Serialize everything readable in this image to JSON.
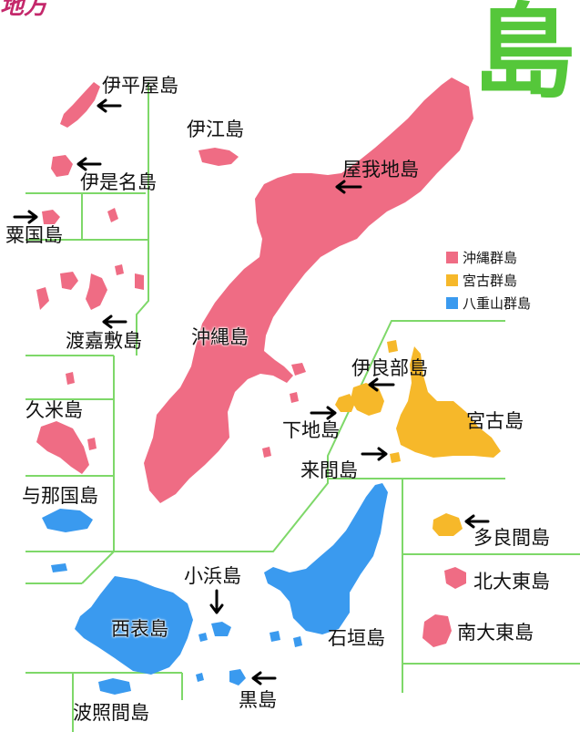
{
  "title": "島",
  "corner_fragment": "地方",
  "colors": {
    "okinawa": "#ef6c84",
    "miyako": "#f6b82a",
    "yaeyama": "#3a9aef",
    "divider": "#7ed869",
    "title": "#55c73a"
  },
  "legend": [
    {
      "label": "沖縄群島",
      "group": "okinawa"
    },
    {
      "label": "宮古群島",
      "group": "miyako"
    },
    {
      "label": "八重山群島",
      "group": "yaeyama"
    }
  ],
  "labels": {
    "iheya": "伊平屋島",
    "ie": "伊江島",
    "yagaji": "屋我地島",
    "izena": "伊是名島",
    "aguni": "粟国島",
    "tokashiki": "渡嘉敷島",
    "okinawa": "沖縄島",
    "kume": "久米島",
    "yonaguni": "与那国島",
    "irabu": "伊良部島",
    "shimoji": "下地島",
    "miyako": "宮古島",
    "kurima": "来間島",
    "tarama": "多良間島",
    "kitadaito": "北大東島",
    "minamidaito": "南大東島",
    "kohama": "小浜島",
    "iriomote": "西表島",
    "ishigaki": "石垣島",
    "kuro": "黒島",
    "hateruma": "波照間島"
  },
  "icons": {
    "arrow": "arrow-left-icon"
  }
}
